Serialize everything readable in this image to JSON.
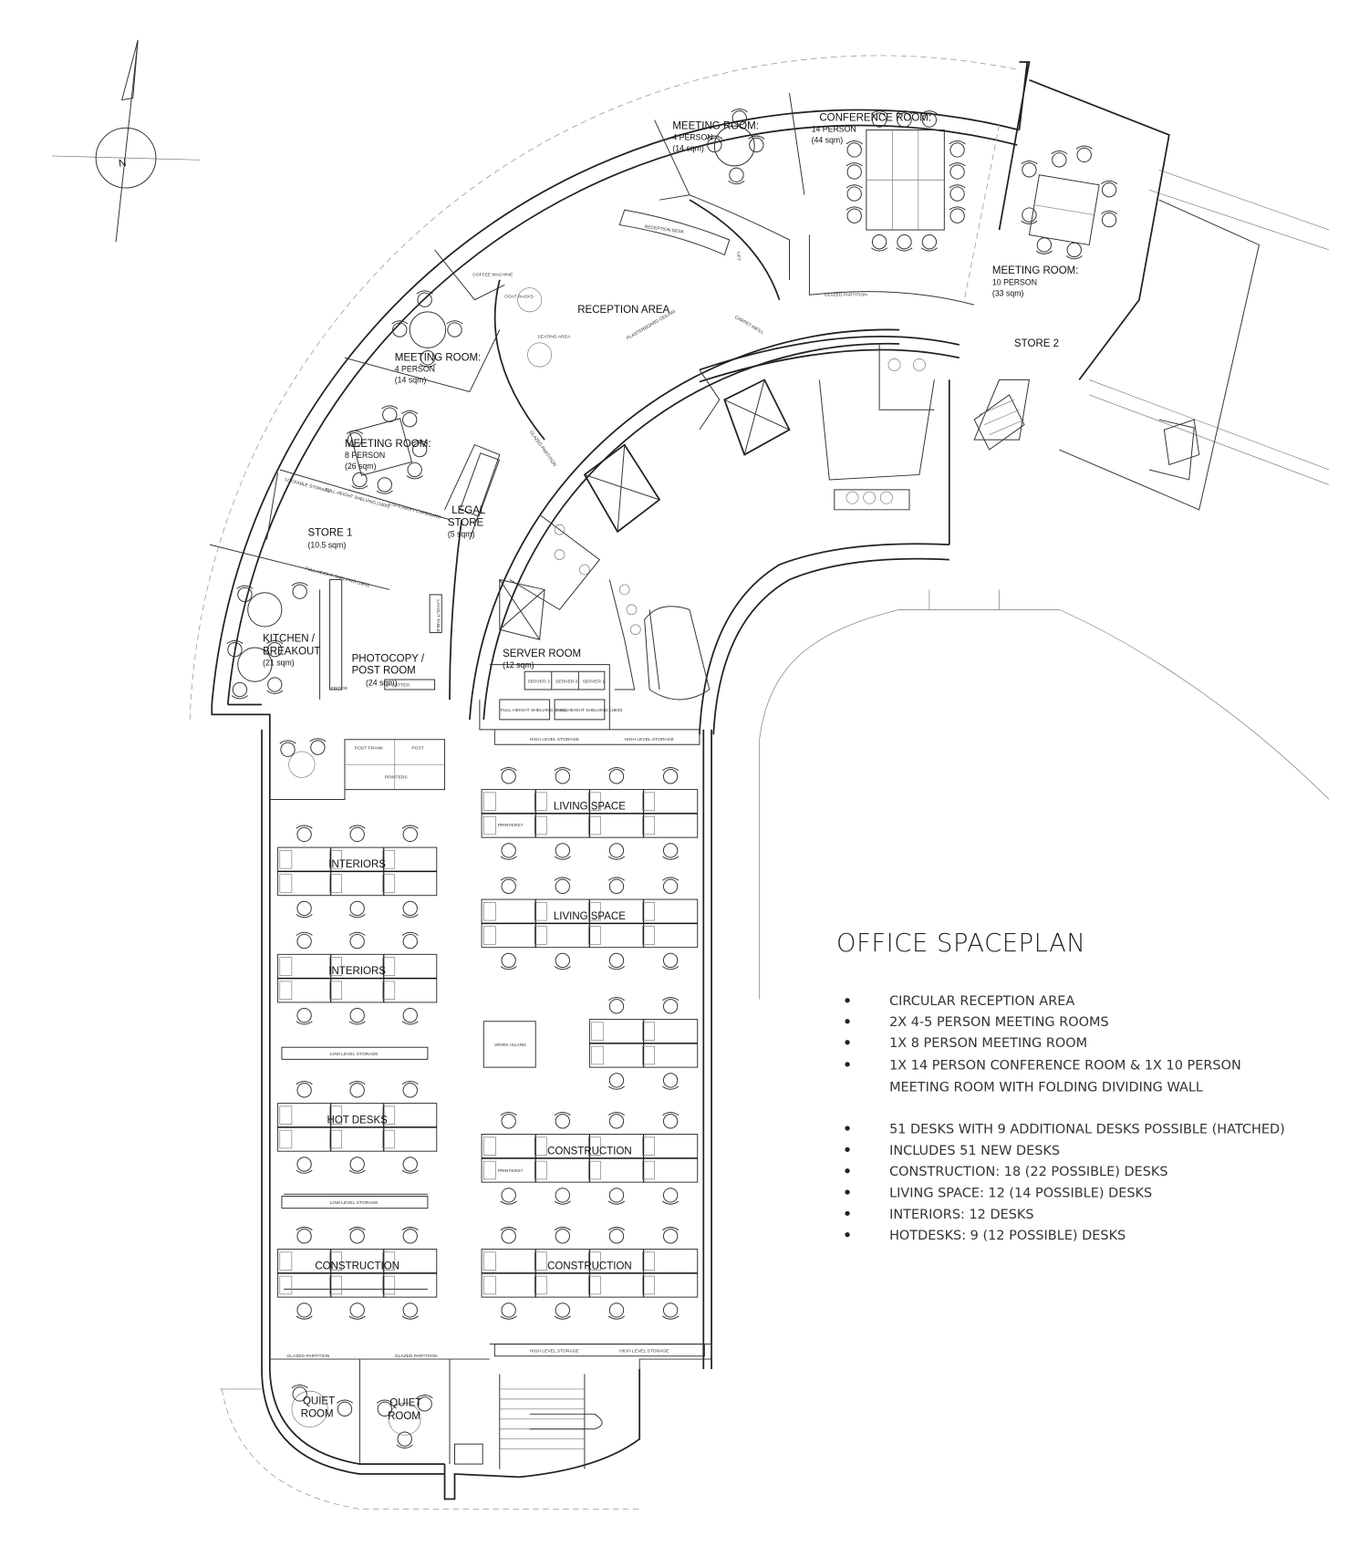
{
  "compass": {
    "label": "N"
  },
  "rooms": {
    "meeting_top": {
      "name": "MEETING ROOM:",
      "capacity": "4 PERSON",
      "area": "(14 sqm)"
    },
    "conference": {
      "name": "CONFERENCE ROOM:",
      "capacity": "14 PERSON",
      "area": "(44 sqm)"
    },
    "meeting_10": {
      "name": "MEETING ROOM:",
      "capacity": "10 PERSON",
      "area": "(33 sqm)"
    },
    "store2": {
      "name": "STORE 2"
    },
    "reception": {
      "name": "RECEPTION AREA"
    },
    "meeting_left": {
      "name": "MEETING ROOM:",
      "capacity": "4 PERSON",
      "area": "(14 sqm)"
    },
    "meeting_8": {
      "name": "MEETING ROOM:",
      "capacity": "8 PERSON",
      "area": "(26 sqm)"
    },
    "store1": {
      "name": "STORE 1",
      "area": "(10.5 sqm)"
    },
    "legal": {
      "name1": "LEGAL",
      "name2": "STORE",
      "area": "(5 sqm)"
    },
    "kitchen": {
      "name1": "KITCHEN /",
      "name2": "BREAKOUT",
      "area": "(21 sqm)"
    },
    "photocopy": {
      "name1": "PHOTOCOPY /",
      "name2": "POST ROOM",
      "area": "(24 sqm)"
    },
    "server": {
      "name": "SERVER ROOM",
      "area": "(12 sqm)"
    },
    "quiet1": {
      "name1": "QUIET",
      "name2": "ROOM"
    },
    "quiet2": {
      "name1": "QUIET",
      "name2": "ROOM"
    }
  },
  "annotations": {
    "reception_desk": "RECEPTION DESK",
    "glazed_partition": "GLAZED PARTITION",
    "seating_area": "SEATING AREA",
    "coffee_machine": "COFFEE MACHINE",
    "coat_racks": "COAT RACKS",
    "plasterboard_ceiling": "PLASTERBOARD CEILING",
    "carpet_infill": "CARPET INFILL",
    "lift": "LIFT",
    "full_height_shelving": "FULL HEIGHT SHELVING (1800)",
    "stationery_cupboard": "STATIONERY CUPBOARD",
    "lockable_storage": "LOCKABLE STORAGE",
    "layout_table": "LAYOUT TABLE",
    "plotter": "PLOTTER",
    "fridge": "FRIDGE",
    "server1": "SERVER 1",
    "server2": "SERVER 2",
    "server3": "SERVER 3",
    "high_level_storage": "HIGH LEVEL STORAGE",
    "low_level_storage": "LOW LEVEL STORAGE",
    "post_frank": "POST FRANK",
    "post": "POST",
    "printers": "PRINTERS",
    "printers_q": "PRINTERS?",
    "work_island": "WORK ISLAND"
  },
  "workstations": [
    {
      "label": "INTERIORS",
      "desks": 6
    },
    {
      "label": "INTERIORS",
      "desks": 6
    },
    {
      "label": "HOT DESKS",
      "desks": 6
    },
    {
      "label": "CONSTRUCTION",
      "desks": 6
    },
    {
      "label": "LIVING SPACE",
      "desks": 8
    },
    {
      "label": "LIVING SPACE",
      "desks": 8
    },
    {
      "label": "",
      "desks": 4
    },
    {
      "label": "CONSTRUCTION",
      "desks": 8
    },
    {
      "label": "CONSTRUCTION",
      "desks": 8
    }
  ],
  "legend": {
    "title": "OFFICE SPACEPLAN",
    "group1": [
      "CIRCULAR RECEPTION AREA",
      "2X 4-5 PERSON MEETING ROOMS",
      "1X 8 PERSON MEETING ROOM",
      "1X 14 PERSON CONFERENCE ROOM & 1X 10 PERSON",
      "MEETING ROOM WITH FOLDING DIVIDING WALL"
    ],
    "group2": [
      "51 DESKS WITH 9 ADDITIONAL DESKS POSSIBLE (HATCHED)",
      "INCLUDES 51 NEW DESKS",
      "CONSTRUCTION: 18 (22 POSSIBLE) DESKS",
      "LIVING SPACE: 12 (14 POSSIBLE) DESKS",
      "INTERIORS: 12 DESKS",
      "HOTDESKS: 9 (12 POSSIBLE) DESKS"
    ]
  }
}
